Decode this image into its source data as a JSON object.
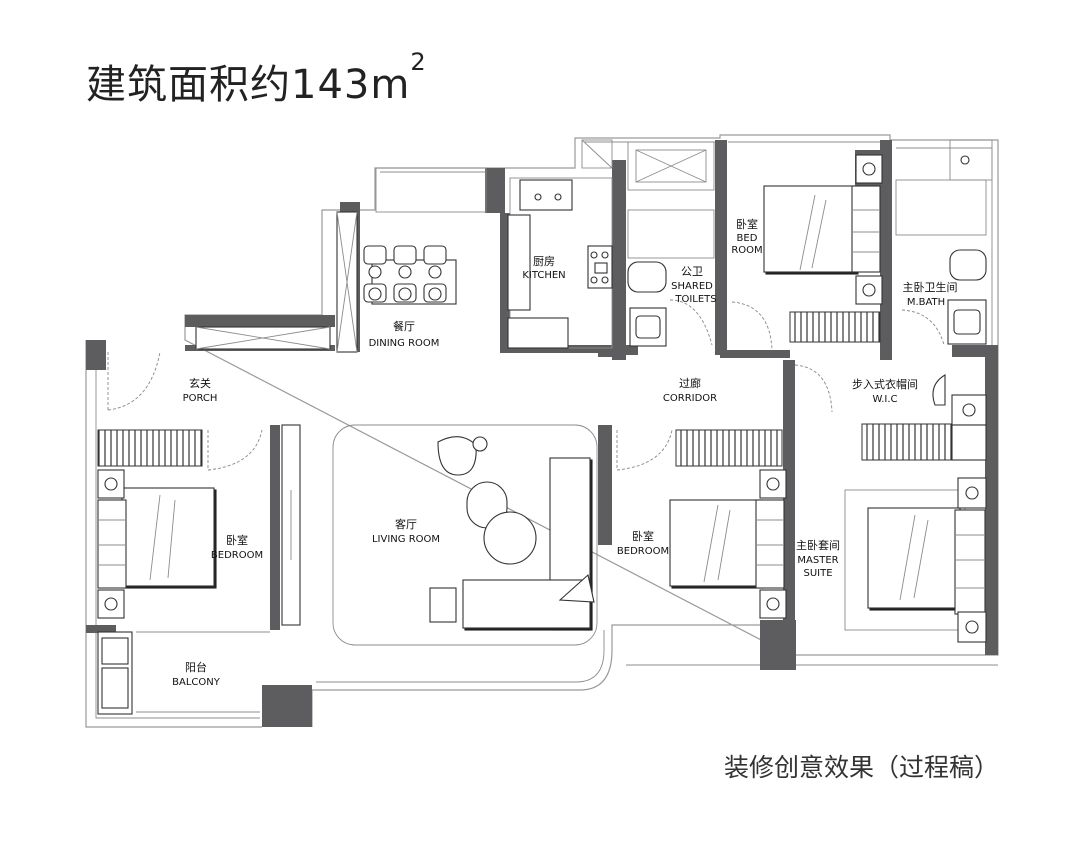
{
  "title": {
    "main": "建筑面积约143m",
    "sup": "2"
  },
  "caption": "装修创意效果（过程稿）",
  "rooms": {
    "dining": {
      "cn": "餐厅",
      "en": "DINING ROOM"
    },
    "kitchen": {
      "cn": "厨房",
      "en": "KITCHEN"
    },
    "shared_toilet": {
      "cn": "公卫",
      "en1": "SHARED",
      "en2": "TOILETS"
    },
    "bedroom_top": {
      "cn": "卧室",
      "en1": "BED",
      "en2": "ROOM"
    },
    "master_bath": {
      "cn": "主卧卫生间",
      "en": "M.BATH"
    },
    "porch": {
      "cn": "玄关",
      "en": "PORCH"
    },
    "corridor": {
      "cn": "过廊",
      "en": "CORRIDOR"
    },
    "wic": {
      "cn": "步入式衣帽间",
      "en": "W.I.C"
    },
    "bedroom_left": {
      "cn": "卧室",
      "en": "BEDROOM"
    },
    "living": {
      "cn": "客厅",
      "en": "LIVING ROOM"
    },
    "bedroom_mid": {
      "cn": "卧室",
      "en": "BEDROOM"
    },
    "master_suite": {
      "cn": "主卧套间",
      "en1": "MASTER",
      "en2": "SUITE"
    },
    "balcony": {
      "cn": "阳台",
      "en": "BALCONY"
    }
  },
  "colors": {
    "wall": "#5d5d5f",
    "outline": "#9a9a9a",
    "furniture": "#333333"
  }
}
